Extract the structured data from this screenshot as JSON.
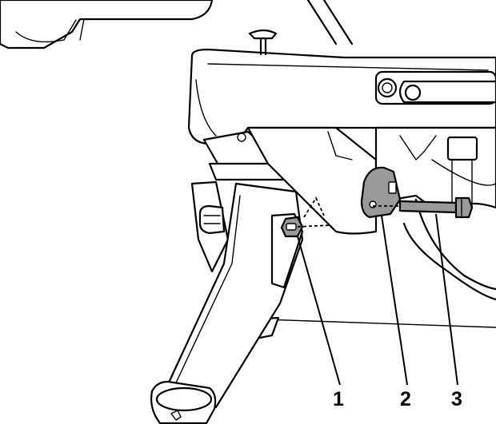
{
  "callouts": [
    {
      "id": "1",
      "label": "1"
    },
    {
      "id": "2",
      "label": "2"
    },
    {
      "id": "3",
      "label": "3"
    }
  ],
  "colors": {
    "line": "#000000",
    "part_fill": "#9a9a9a",
    "background": "#ffffff"
  }
}
